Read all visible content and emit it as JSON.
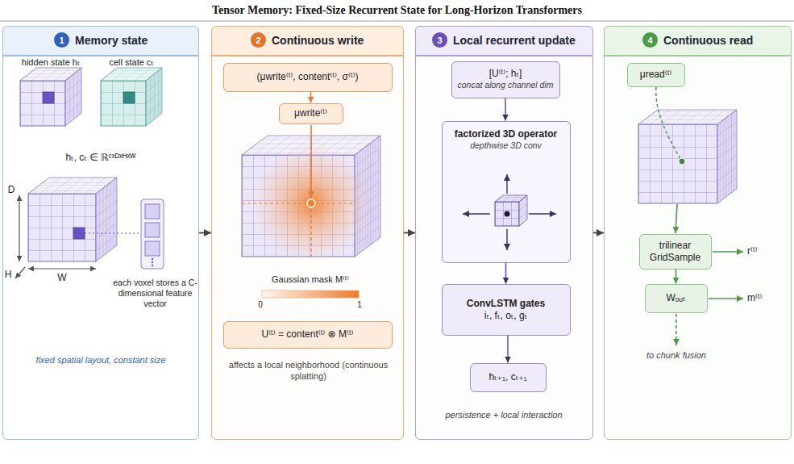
{
  "diagram": {
    "title": "Tensor Memory: Fixed-Size Recurrent State for Long-Horizon Transformers",
    "nodes": [
      {
        "text": [
          "Memory state"
        ]
      },
      {
        "text": [
          "1"
        ],
        "in": 0
      },
      {
        "text": [
          "Continuous write"
        ]
      },
      {
        "text": [
          "2"
        ],
        "in": 2
      },
      {
        "text": [
          "(μwrite⁽ᵗ⁾, content⁽ᵗ⁾, σ⁽ᵗ⁾)"
        ],
        "in": 2
      },
      {
        "text": [
          "μwrite⁽ᵗ⁾"
        ],
        "in": 2
      },
      {
        "text": [
          "U⁽ᵗ⁾ = content⁽ᵗ⁾ ⊗ M⁽ᵗ⁾"
        ],
        "in": 2
      },
      {
        "text": [
          "Local recurrent update"
        ]
      },
      {
        "text": [
          "3"
        ],
        "in": 7
      },
      {
        "text": [
          "[U⁽ᵗ⁾; hₜ]",
          "concat along channel dim"
        ],
        "in": 7
      },
      {
        "text": [
          "factorized 3D operator",
          "depthwise 3D conv"
        ],
        "in": 7
      },
      {
        "text": [
          "ConvLSTM gates",
          "iₜ, fₜ, oₜ, gₜ"
        ],
        "in": 7
      },
      {
        "text": [
          "hₜ₊₁, cₜ₊₁"
        ],
        "in": 7
      },
      {
        "text": [
          "Continuous read"
        ]
      },
      {
        "text": [
          "4"
        ],
        "in": 13
      },
      {
        "text": [
          "μread⁽ᵗ⁾"
        ],
        "in": 13
      },
      {
        "text": [
          "trilinear GridSample"
        ],
        "in": 13
      },
      {
        "text": [
          "Wₒᵤₜ"
        ],
        "in": 13
      }
    ],
    "edges": [
      {
        "from": 0,
        "to": 2,
        "arrow": "to"
      },
      {
        "from": 2,
        "to": 7,
        "arrow": "to"
      },
      {
        "from": 7,
        "to": 13,
        "arrow": "to"
      },
      {
        "from": 4,
        "to": 5,
        "arrow": "to"
      },
      {
        "from": 9,
        "to": 10,
        "arrow": "to"
      },
      {
        "from": 10,
        "to": 11,
        "arrow": "to"
      },
      {
        "from": 11,
        "to": 12,
        "arrow": "to"
      },
      {
        "from": 16,
        "to": 17,
        "arrow": "to"
      }
    ],
    "labels": [
      "hidden state hₜ",
      "cell state cₜ",
      "hₜ, cₜ ∈ ℝᶜˣᴰˣᴴˣᵂ",
      "D",
      "H",
      "W",
      "each voxel stores a C-dimensional feature vector",
      "fixed spatial layout, constant size",
      "Gaussian mask M⁽ᵗ⁾",
      "0",
      "1",
      "affects a local neighborhood (continuous splatting)",
      "persistence + local interaction",
      "r⁽ᵗ⁾",
      "m⁽ᵗ⁾",
      "to chunk fusion"
    ]
  }
}
